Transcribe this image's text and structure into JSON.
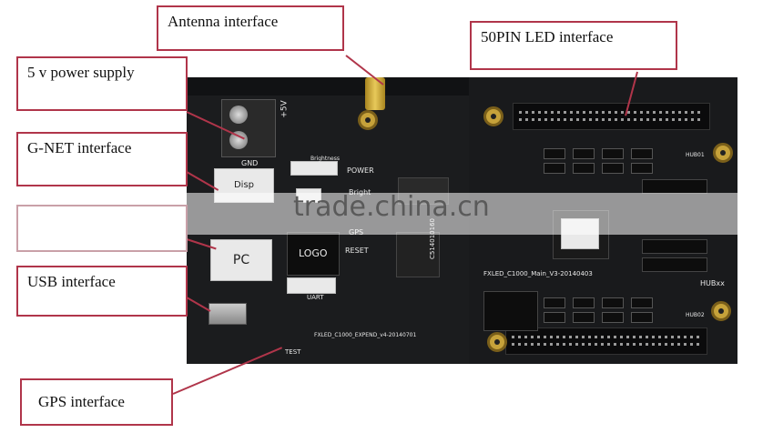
{
  "labels": {
    "antenna": "Antenna  interface",
    "led50": "50PIN LED interface",
    "power": "5 v power supply",
    "gnet": "G-NET interface",
    "usb": "USB interface",
    "gps": "GPS interface"
  },
  "watermark": "trade.china.cn",
  "silkscreen": {
    "pc": "PC",
    "logo": "LOGO",
    "power": "POWER",
    "bright": "Bright",
    "brightness": "Brightness",
    "gps": "GPS",
    "reset": "RESET",
    "uart": "UART",
    "test": "TEST",
    "disp": "Disp",
    "gnd": "GND",
    "five_v": "+5V",
    "expend": "FXLED_C1000_EXPEND_v4-20140701",
    "main": "FXLED_C1000_Main_V3-20140403",
    "hubxx": "HUBxx",
    "hub01": "HUB01",
    "hub02": "HUB02",
    "serial": "C514010160"
  },
  "colors": {
    "label_border": "#b0354a",
    "board": "#1b1c1e"
  }
}
